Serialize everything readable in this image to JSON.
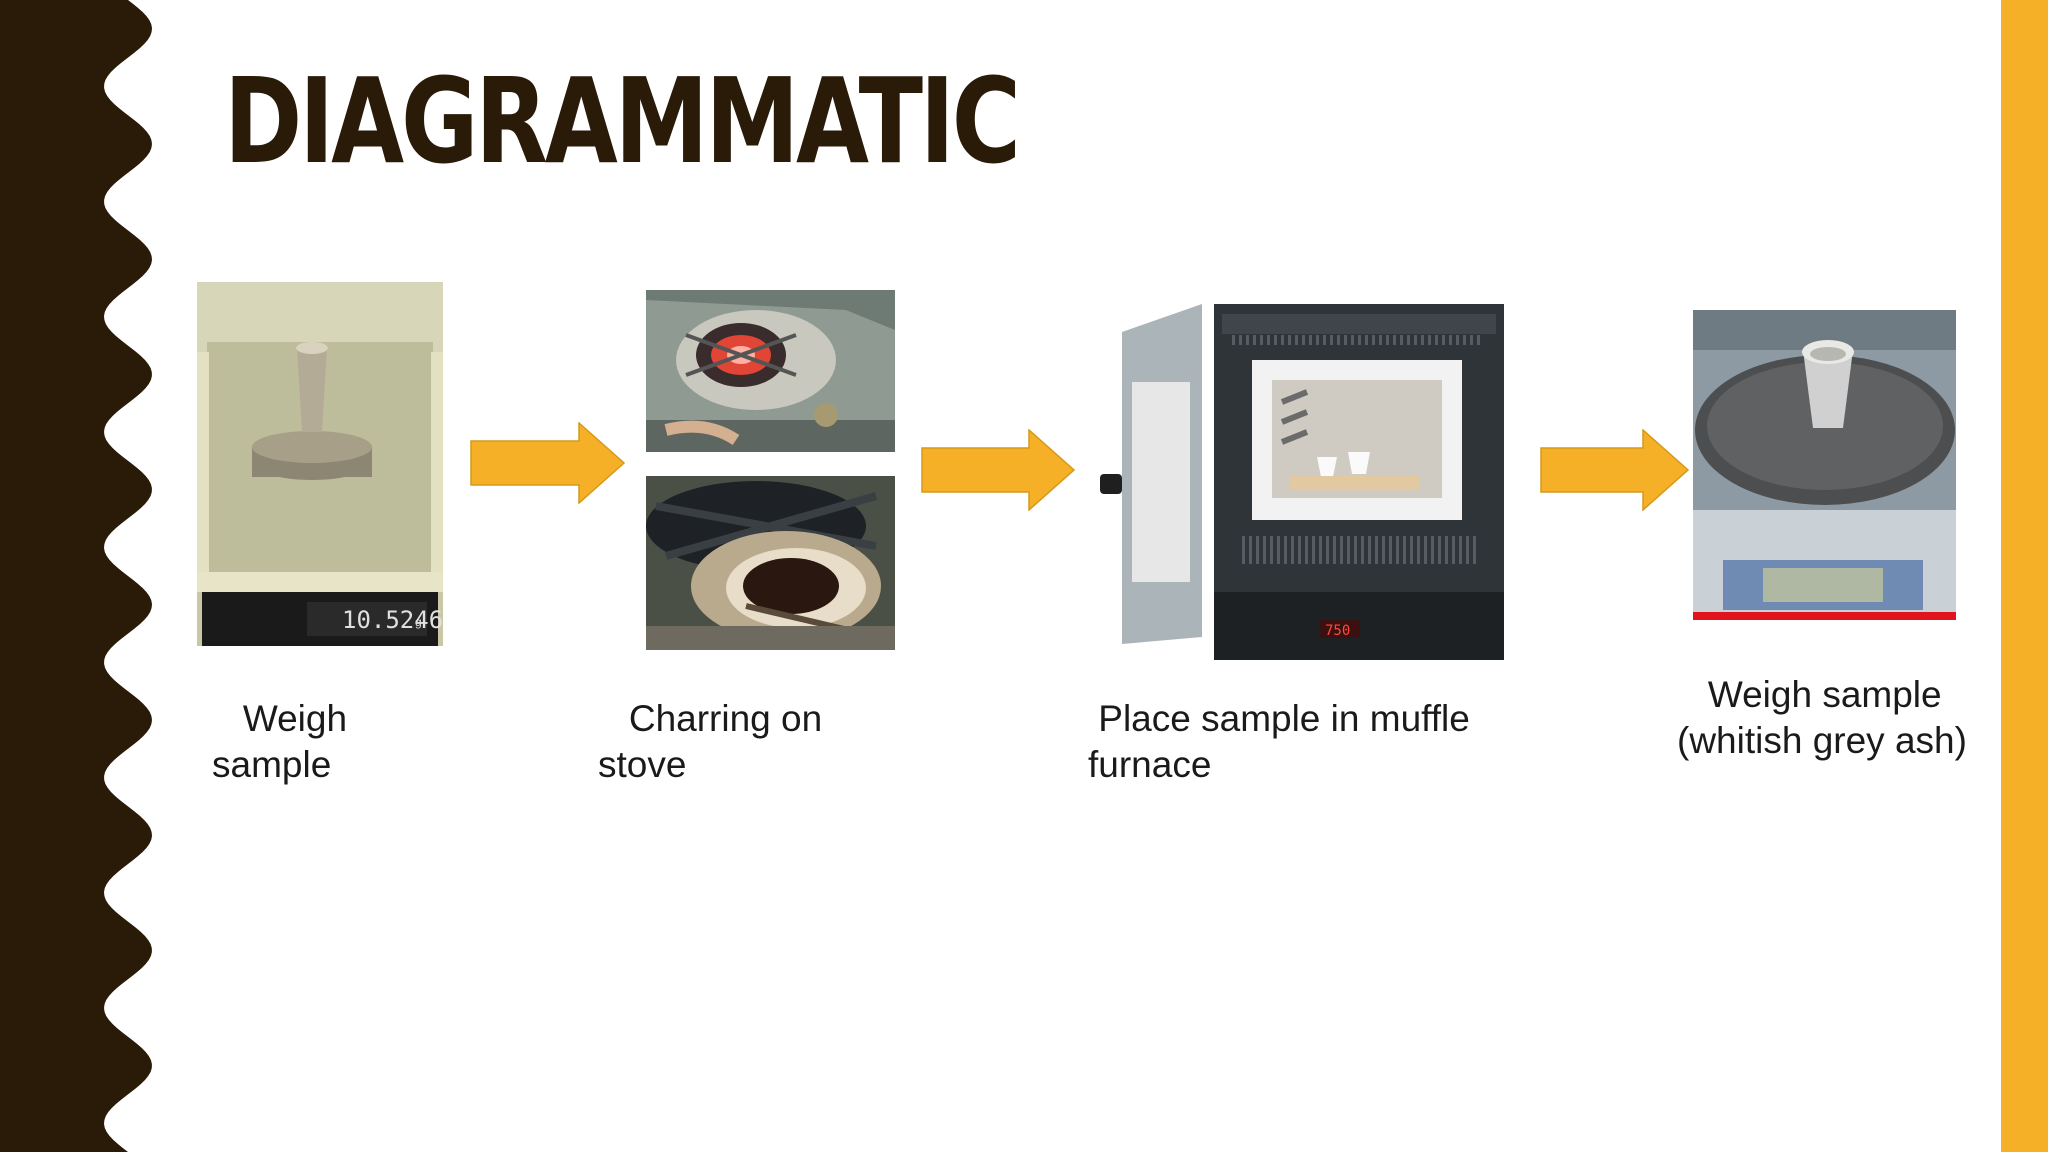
{
  "slide": {
    "title": "DIAGRAMMATIC",
    "colors": {
      "dark": "#2a1a08",
      "accent": "#f5b027",
      "text": "#1a1a1a"
    }
  },
  "steps": [
    {
      "caption": "   Weigh\nsample",
      "photo": "analytical-balance-with-crucible",
      "display": "10.5246",
      "unit": "g"
    },
    {
      "caption": "   Charring on\nstove",
      "photo": "crucible-over-gas-stove-flame"
    },
    {
      "caption": " Place sample in muffle\nfurnace",
      "photo": "muffle-furnace-with-crucibles",
      "display": "750"
    },
    {
      "caption": "   Weigh sample\n(whitish grey ash)",
      "photo": "balance-with-ash-in-crucible"
    }
  ],
  "arrows": 3
}
